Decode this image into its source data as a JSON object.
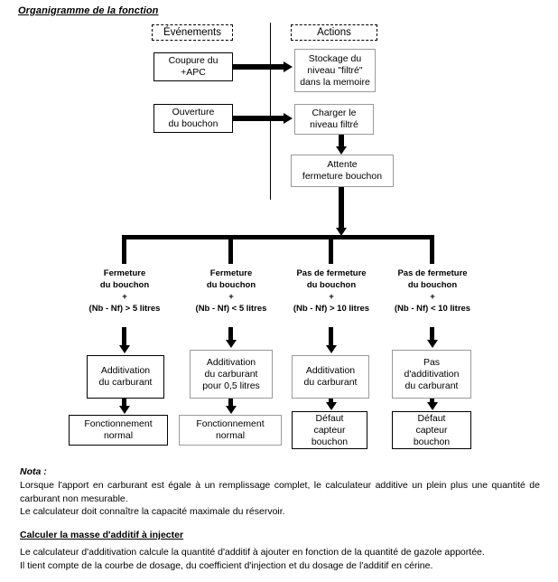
{
  "document": {
    "title": "Organigramme de la fonction"
  },
  "diagram": {
    "columns": {
      "evenements": "Événements",
      "actions": "Actions"
    },
    "events": [
      {
        "id": "coupure",
        "label": "Coupure du\n+APC"
      },
      {
        "id": "ouverture",
        "label": "Ouverture\ndu bouchon"
      }
    ],
    "actions": [
      {
        "id": "stockage",
        "label": "Stockage du\nniveau \"filtré\"\ndans la memoire"
      },
      {
        "id": "charger",
        "label": "Charger le\nniveau filtré"
      },
      {
        "id": "attente",
        "label": "Attente\nfermeture bouchon"
      }
    ],
    "branches": [
      {
        "id": "branch-1",
        "condition": "Fermeture\ndu bouchon\n+\n(Nb - Nf) > 5 litres",
        "action": "Additivation\ndu carburant",
        "result": "Fonctionnement\nnormal"
      },
      {
        "id": "branch-2",
        "condition": "Fermeture\ndu bouchon\n+\n(Nb - Nf) < 5 litres",
        "action": "Additivation\ndu carburant\npour 0,5 litres",
        "result": "Fonctionnement\nnormal"
      },
      {
        "id": "branch-3",
        "condition": "Pas de fermeture\ndu bouchon\n+\n(Nb - Nf) > 10 litres",
        "action": "Additivation\ndu carburant",
        "result": "Défaut\ncapteur\nbouchon"
      },
      {
        "id": "branch-4",
        "condition": "Pas de fermeture\ndu bouchon\n+\n(Nb - Nf) < 10 litres",
        "action": "Pas\nd'additivation\ndu carburant",
        "result": "Défaut\ncapteur\nbouchon"
      }
    ]
  },
  "notes": {
    "heading": "Nota :",
    "body": "Lorsque l'apport en carburant est égale à un remplissage complet, le calculateur additive un plein plus une quantité de carburant non mesurable.\nLe calculateur doit connaître la capacité maximale du réservoir."
  },
  "section2": {
    "heading": "Calculer la masse d'additif à injecter",
    "body": "Le calculateur d'additivation calcule la quantité d'additif à ajouter en fonction de la quantité de gazole apportée.\nIl tient compte de la courbe de dosage, du coefficient d'injection et du dosage de l'additif en cérine."
  },
  "colors": {
    "line": "#000000",
    "box_border_black": "#000000",
    "box_border_gray": "#9a9a9a",
    "background": "#ffffff"
  }
}
